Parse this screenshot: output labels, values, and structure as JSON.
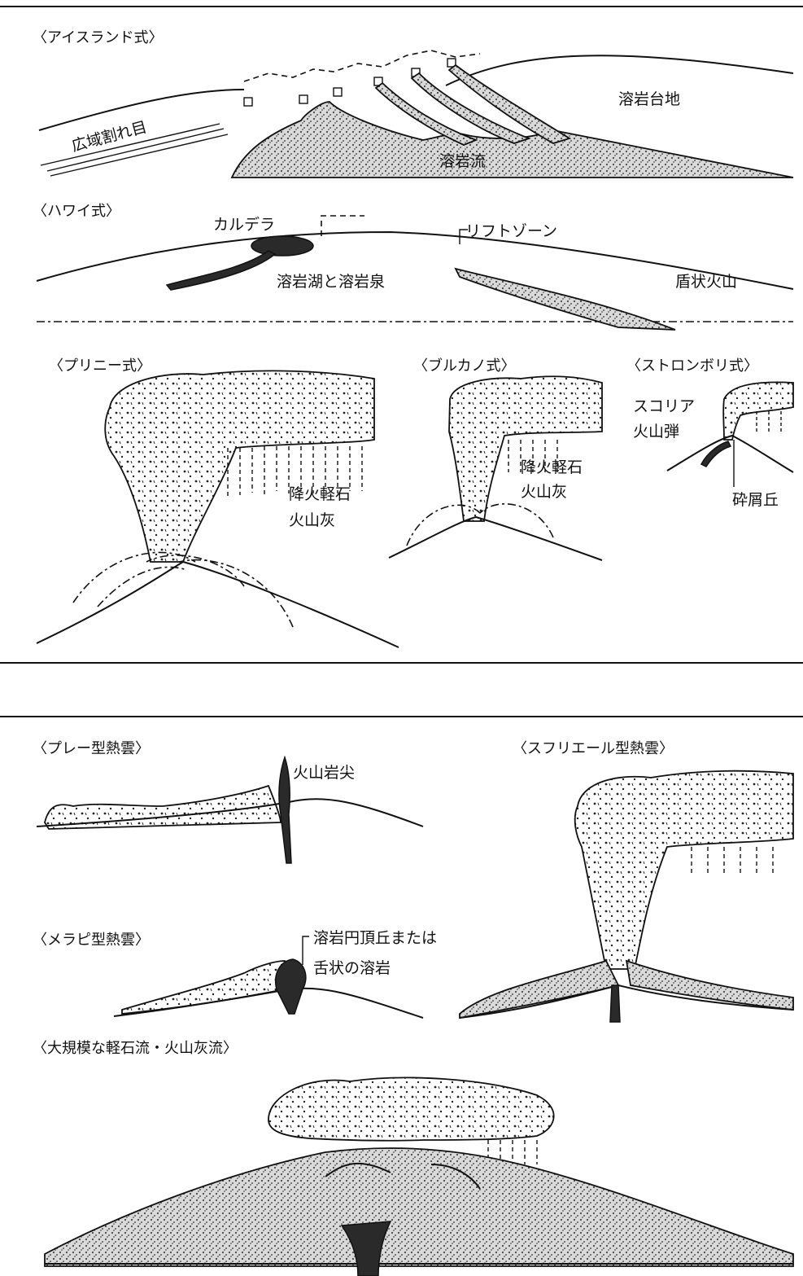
{
  "sections": {
    "iceland": {
      "title": "〈アイスランド式〉",
      "labels": {
        "fissure": "広域割れ目",
        "plateau": "溶岩台地",
        "flow": "溶岩流"
      }
    },
    "hawaii": {
      "title": "〈ハワイ式〉",
      "labels": {
        "caldera": "カルデラ",
        "rift": "リフトゾーン",
        "lake": "溶岩湖と溶岩泉",
        "shield": "盾状火山"
      }
    },
    "plinian": {
      "title": "〈プリニー式〉",
      "labels": {
        "pumice": "降火軽石",
        "ash": "火山灰"
      }
    },
    "vulcanian": {
      "title": "〈ブルカノ式〉",
      "labels": {
        "pumice": "降火軽石",
        "ash": "火山灰"
      }
    },
    "strombolian": {
      "title": "〈ストロンボリ式〉",
      "labels": {
        "scoria": "スコリア",
        "bomb": "火山弾",
        "cone": "砕屑丘"
      }
    },
    "pelee": {
      "title": "〈プレー型熱雲〉",
      "labels": {
        "spine": "火山岩尖"
      }
    },
    "soufriere": {
      "title": "〈スフリエール型熱雲〉"
    },
    "merapi": {
      "title": "〈メラピ型熱雲〉",
      "labels": {
        "dome_line1": "溶岩円頂丘または",
        "dome_line2": "舌状の溶岩"
      }
    },
    "large_flow": {
      "title": "〈大規模な軽石流・火山灰流〉"
    }
  }
}
